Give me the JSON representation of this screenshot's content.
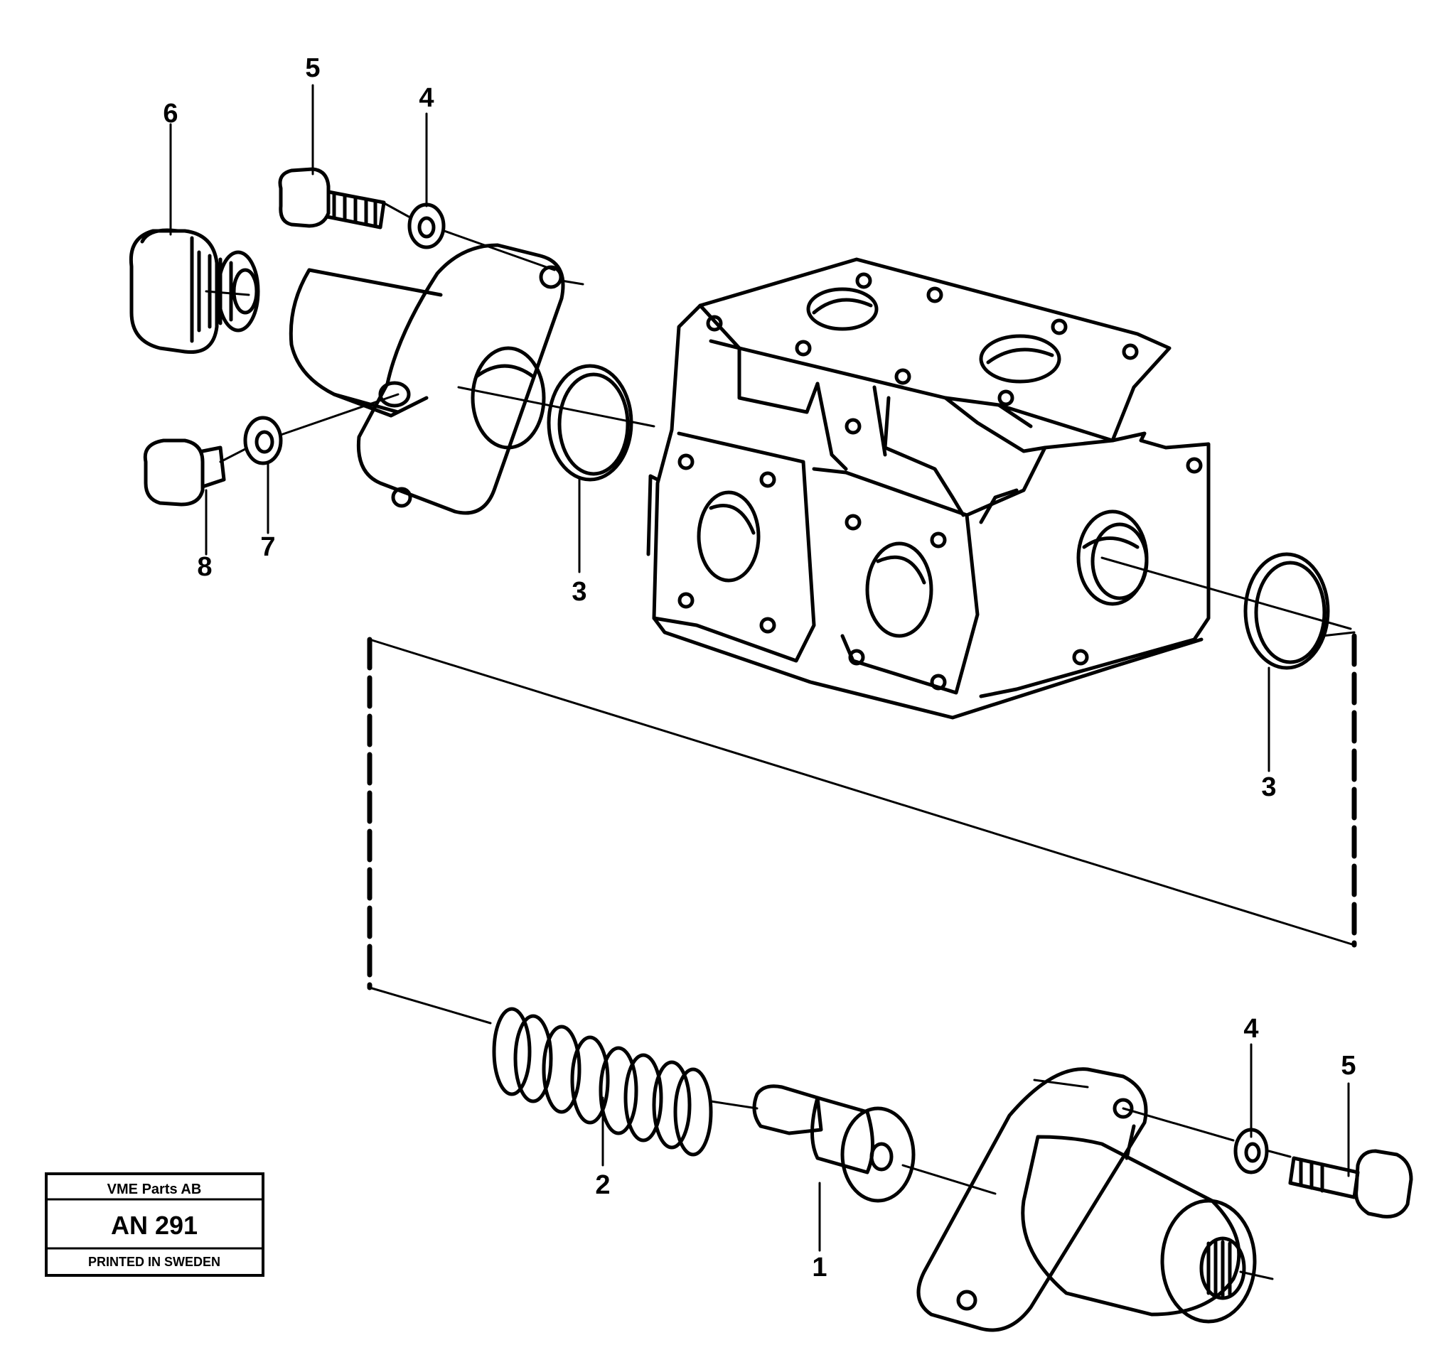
{
  "callouts": [
    "1",
    "2",
    "3",
    "3",
    "4",
    "4",
    "5",
    "5",
    "6",
    "7",
    "8"
  ],
  "stamp": {
    "company": "VME Parts AB",
    "code": "AN 291",
    "footer": "PRINTED IN SWEDEN"
  }
}
